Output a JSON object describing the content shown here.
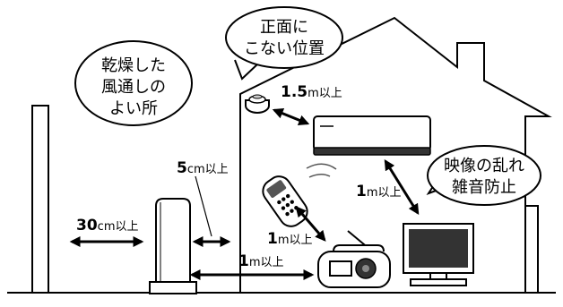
{
  "callouts": {
    "dry_place": [
      "乾燥した",
      "風通しの",
      "よい所"
    ],
    "not_front": [
      "正面に",
      "こない位置"
    ],
    "image_noise": [
      "映像の乱れ",
      "雑音防止"
    ]
  },
  "labels": {
    "smoke_detector_gap": {
      "num": "1.5",
      "unit": "m以上"
    },
    "wall_gap": {
      "num": "5",
      "unit": "cm以上"
    },
    "side_gap": {
      "num": "30",
      "unit": "cm以上"
    },
    "ac_tv_gap": {
      "num": "1",
      "unit": "m以上"
    },
    "remote_radio_gap": {
      "num": "1",
      "unit": "m以上"
    },
    "floor_gap": {
      "num": "1",
      "unit": "m以上"
    }
  }
}
